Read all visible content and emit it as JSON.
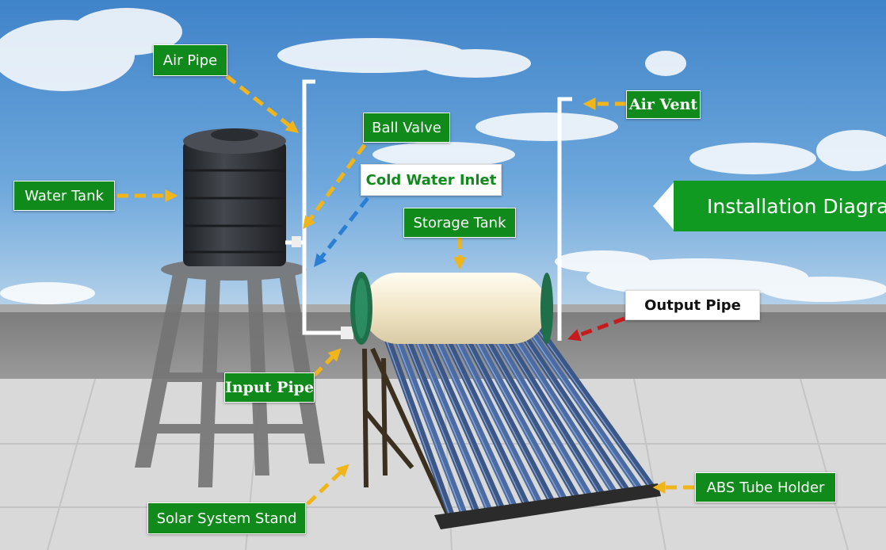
{
  "diagram": {
    "banner": "Installation Diagra",
    "labels": {
      "air_pipe": "Air Pipe",
      "ball_valve": "Ball Valve",
      "air_vent": "Air Vent",
      "water_tank": "Water Tank",
      "cold_water_inlet": "Cold Water Inlet",
      "storage_tank": "Storage Tank",
      "output_pipe": "Output Pipe",
      "input_pipe": "Input Pipe",
      "solar_system_stand": "Solar System Stand",
      "abs_tube_holder": "ABS Tube Holder"
    },
    "colors": {
      "label_green": "#108a1a",
      "banner_green": "#109a22",
      "arrow_yellow": "#f0b51b",
      "arrow_blue": "#2a7fd4",
      "arrow_red": "#c8191c",
      "tank": "#2f3236",
      "tube": "#3f5e8e"
    }
  }
}
